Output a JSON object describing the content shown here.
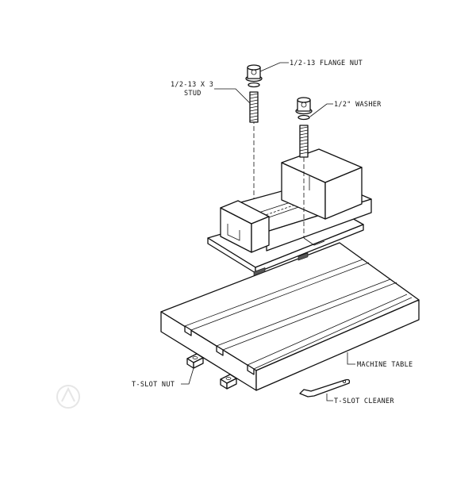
{
  "labels": {
    "flange_nut": "1/2-13 FLANGE NUT",
    "stud_line1": "1/2-13 X 3",
    "stud_line2": "STUD",
    "washer": "1/2\" WASHER",
    "machine_table": "MACHINE TABLE",
    "t_slot_nut": "T-SLOT NUT",
    "t_slot_cleaner": "T-SLOT CLEANER"
  }
}
